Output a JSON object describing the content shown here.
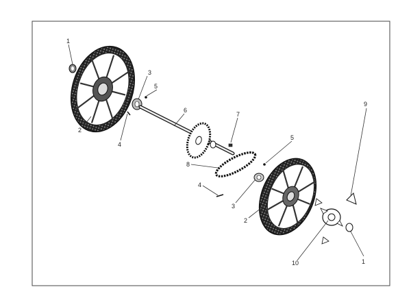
{
  "callouts": {
    "c1_top": "1",
    "c3_top": "3",
    "c5_top": "5",
    "c2_top": "2",
    "c4_top": "4",
    "c6": "6",
    "c7": "7",
    "c8": "8",
    "c5_mid": "5",
    "c4_bot": "4",
    "c3_bot": "3",
    "c2_bot": "2",
    "c9": "9",
    "c10": "10",
    "c1_bot": "1"
  }
}
